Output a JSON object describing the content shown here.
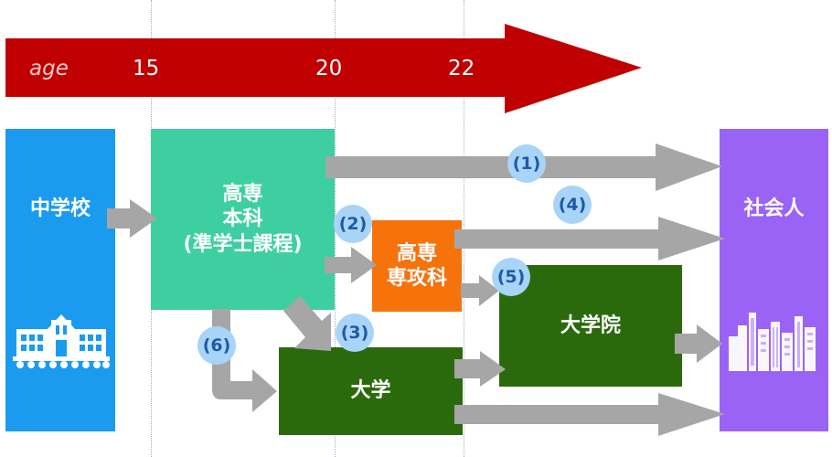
{
  "timeline": {
    "axis_label": "age",
    "ticks": [
      "15",
      "20",
      "22"
    ]
  },
  "nodes": {
    "junior_high": "中学校",
    "kosen_main_1": "高専",
    "kosen_main_2": "本科",
    "kosen_main_3": "(準学士課程)",
    "kosen_advanced_1": "高専",
    "kosen_advanced_2": "専攻科",
    "university": "大学",
    "graduate_school": "大学院",
    "society": "社会人"
  },
  "routes": [
    "(1)",
    "(2)",
    "(3)",
    "(4)",
    "(5)",
    "(6)"
  ],
  "colors": {
    "timeline": "#c00000",
    "junior_high": "#1a9bf0",
    "kosen_main": "#3ecfa0",
    "kosen_advanced": "#f6720b",
    "university": "#2b6a0c",
    "society": "#9a63f5",
    "arrow": "#a6a6a6",
    "badge": "#a8d4f7"
  },
  "icons": [
    "school-building-icon",
    "city-skyline-icon"
  ]
}
